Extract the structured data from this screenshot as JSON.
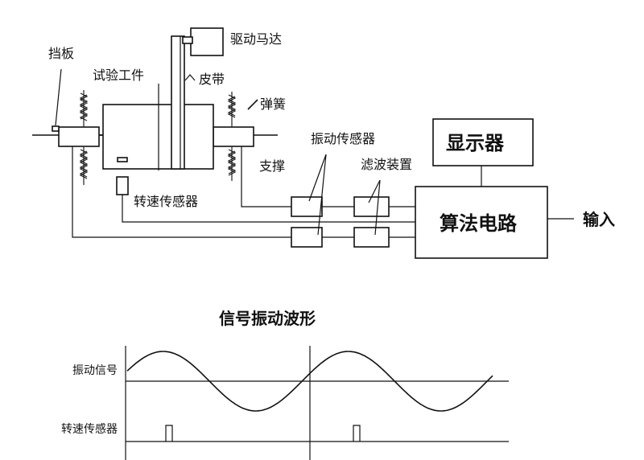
{
  "labels": {
    "baffle": "挡板",
    "workpiece": "试验工件",
    "drive_motor": "驱动马达",
    "belt": "皮带",
    "spring": "弹簧",
    "support": "支撑",
    "speed_sensor_top": "转速传感器",
    "vibration_sensor": "振动传感器",
    "filter": "滤波装置",
    "display": "显示器",
    "algorithm": "算法电路",
    "input": "输入"
  },
  "waveform": {
    "title": "信号振动波形",
    "vibration_signal": "振动信号",
    "speed_sensor": "转速传感器"
  }
}
